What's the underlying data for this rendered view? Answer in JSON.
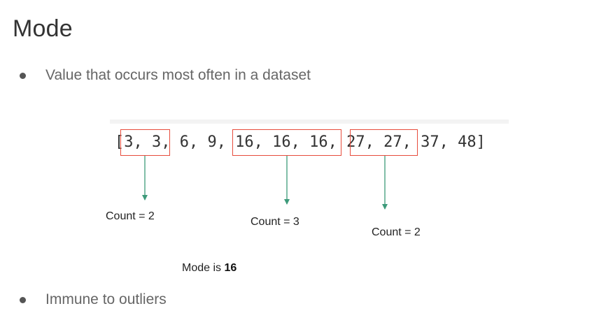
{
  "slide": {
    "title": "Mode"
  },
  "bullets": [
    "Value that occurs most often in a dataset",
    "Immune to outliers"
  ],
  "example": {
    "array_text": "[3, 3, 6, 9, 16, 16, 16, 27, 27, 37, 48]",
    "annotations": [
      {
        "label": "Count = 2"
      },
      {
        "label": "Count = 3"
      },
      {
        "label": "Count = 2"
      }
    ],
    "result_prefix": "Mode is ",
    "result_value": "16"
  },
  "colors": {
    "highlight_box": "#e74c3c",
    "arrow": "#3d9a7a"
  }
}
